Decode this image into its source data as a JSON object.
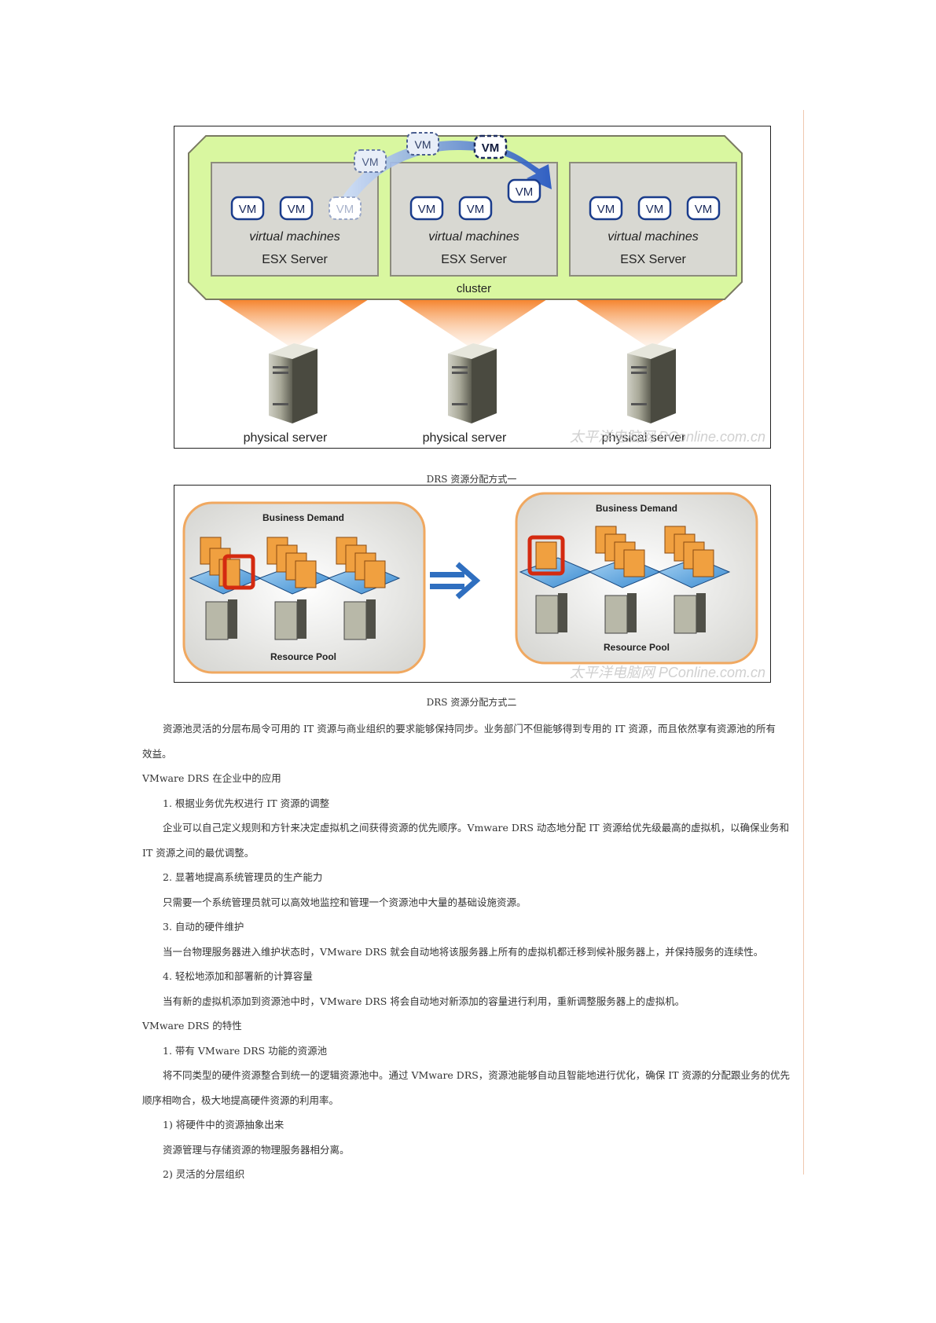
{
  "figure1": {
    "vm_label": "VM",
    "virtual_machines": "virtual machines",
    "esx_server": "ESX Server",
    "cluster": "cluster",
    "physical_server": "physical server",
    "watermark": "太平洋电脑网 PConline.com.cn",
    "colors": {
      "cluster_fill": "#d9f7a0",
      "esx_fill": "#d8d8d2",
      "vm_border": "#1a3c8c",
      "beam": "#f5822a"
    }
  },
  "figure2": {
    "business_demand": "Business Demand",
    "resource_pool": "Resource Pool",
    "watermark": "太平洋电脑网 PConline.com.cn",
    "colors": {
      "panel_border": "#f0a860",
      "arrow": "#2f6fc0",
      "highlight": "#d42a10"
    }
  },
  "captions": {
    "figure1": "DRS 资源分配方式一",
    "figure2": "DRS 资源分配方式二"
  },
  "paragraphs": [
    {
      "text": "资源池灵活的分层布局令可用的 IT 资源与商业组织的要求能够保持同步。业务部门不但能够得到专用的 IT 资源，而且依然享有资源池的所有",
      "indent": true
    },
    {
      "text": "效益。",
      "indent": false
    },
    {
      "text": "VMware DRS 在企业中的应用",
      "indent": false
    },
    {
      "text": "1. 根据业务优先权进行 IT 资源的调整",
      "indent": true
    },
    {
      "text": "企业可以自己定义规则和方针来决定虚拟机之间获得资源的优先顺序。Vmware DRS 动态地分配 IT 资源给优先级最高的虚拟机，以确保业务和",
      "indent": true
    },
    {
      "text": "IT 资源之间的最优调整。",
      "indent": false
    },
    {
      "text": "2. 显著地提高系统管理员的生产能力",
      "indent": true
    },
    {
      "text": "只需要一个系统管理员就可以高效地监控和管理一个资源池中大量的基础设施资源。",
      "indent": true
    },
    {
      "text": "3. 自动的硬件维护",
      "indent": true
    },
    {
      "text": "当一台物理服务器进入维护状态时，VMware DRS 就会自动地将该服务器上所有的虚拟机都迁移到候补服务器上，并保持服务的连续性。",
      "indent": true
    },
    {
      "text": "4. 轻松地添加和部署新的计算容量",
      "indent": true
    },
    {
      "text": "当有新的虚拟机添加到资源池中时，VMware DRS 将会自动地对新添加的容量进行利用，重新调整服务器上的虚拟机。",
      "indent": true
    },
    {
      "text": "VMware DRS 的特性",
      "indent": false
    },
    {
      "text": "1. 带有 VMware DRS 功能的资源池",
      "indent": true
    },
    {
      "text": "将不同类型的硬件资源整合到统一的逻辑资源池中。通过 VMware DRS，资源池能够自动且智能地进行优化，确保 IT 资源的分配跟业务的优先",
      "indent": true
    },
    {
      "text": "顺序相吻合，极大地提高硬件资源的利用率。",
      "indent": false
    },
    {
      "text": "1) 将硬件中的资源抽象出来",
      "indent": true
    },
    {
      "text": "资源管理与存储资源的物理服务器相分离。",
      "indent": true
    },
    {
      "text": "2) 灵活的分层组织",
      "indent": true
    }
  ]
}
